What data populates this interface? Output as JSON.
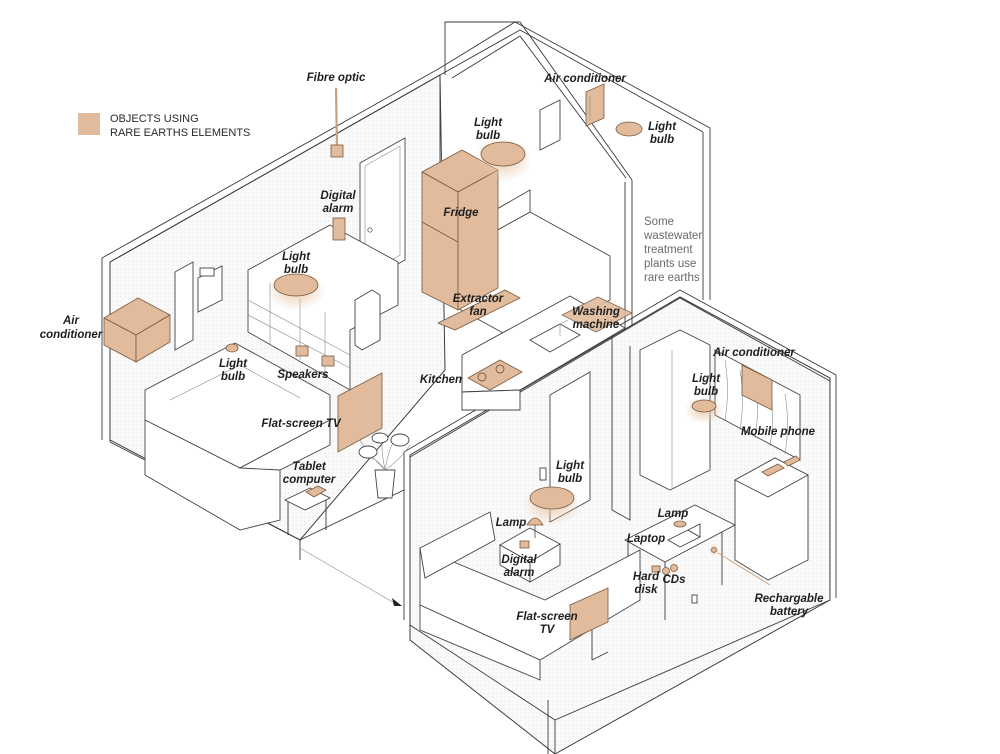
{
  "legend": {
    "swatch_color": "#e1bb9b",
    "line1": "OBJECTS USING",
    "line2": "RARE EARTHS ELEMENTS"
  },
  "note": {
    "lines": [
      "Some",
      "wastewater",
      "treatment",
      "plants use",
      "rare earths"
    ]
  },
  "labels": {
    "fibre_optic": [
      "Fibre optic"
    ],
    "digital_alarm_living": [
      "Digital",
      "alarm"
    ],
    "light_bulb_kitchen": [
      "Light",
      "bulb"
    ],
    "air_conditioner_bath": [
      "Air conditioner"
    ],
    "light_bulb_bath": [
      "Light",
      "bulb"
    ],
    "fridge": [
      "Fridge"
    ],
    "light_bulb_shelf": [
      "Light",
      "bulb"
    ],
    "air_conditioner_living": [
      "Air",
      "conditioner"
    ],
    "light_bulb_living": [
      "Light",
      "bulb"
    ],
    "speakers": [
      "Speakers"
    ],
    "extractor_fan": [
      "Extractor",
      "fan"
    ],
    "washing_machine": [
      "Washing",
      "machine"
    ],
    "kitchen": [
      "Kitchen"
    ],
    "flat_screen_tv_living": [
      "Flat-screen TV"
    ],
    "tablet_computer": [
      "Tablet",
      "computer"
    ],
    "air_conditioner_bedroom": [
      "Air conditioner"
    ],
    "light_bulb_bedroom2": [
      "Light",
      "bulb"
    ],
    "mobile_phone": [
      "Mobile phone"
    ],
    "light_bulb_bedroom": [
      "Light",
      "bulb"
    ],
    "lamp_bedside": [
      "Lamp"
    ],
    "digital_alarm_bedroom": [
      "Digital",
      "alarm"
    ],
    "lamp_desk": [
      "Lamp"
    ],
    "laptop": [
      "Laptop"
    ],
    "hard_disk": [
      "Hard",
      "disk"
    ],
    "cds": [
      "CDs"
    ],
    "rechargable_battery": [
      "Rechargable",
      "battery"
    ],
    "flat_screen_tv_bedroom": [
      "Flat-screen",
      "TV"
    ]
  }
}
